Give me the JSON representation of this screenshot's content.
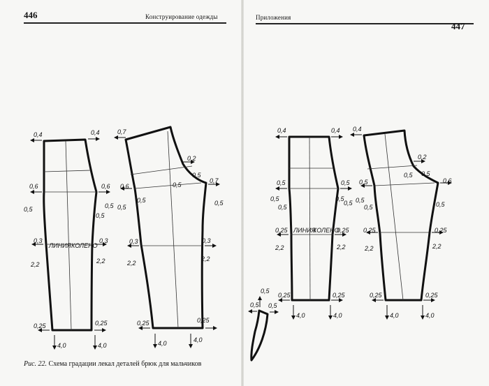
{
  "header": {
    "left_page_number": "446",
    "left_running_title": "Конструирование одежды",
    "right_running_title": "Приложения",
    "right_page_number": "447"
  },
  "caption": {
    "label": "Рис. 22.",
    "text": "Схема градации лекал деталей брюк для мальчиков"
  },
  "knee_line": [
    "ЛИНИЯ",
    "КОЛЕНО"
  ],
  "left_front": [
    "0,4",
    "0,4",
    "0,6",
    "0,6",
    "0,5",
    "0,5",
    "0,5",
    "0,3",
    "0,3",
    "2,2",
    "2,2",
    "0,25",
    "0,25",
    "4,0",
    "4,0"
  ],
  "left_back": [
    "0,7",
    "0,2",
    "0,5",
    "0,5",
    "0,6",
    "0,5",
    "0,5",
    "0,7",
    "0,5",
    "0,3",
    "0,3",
    "2,2",
    "2,2",
    "0,25",
    "0,25",
    "4,0",
    "4,0"
  ],
  "right_front": [
    "0,4",
    "0,4",
    "0,5",
    "0,5",
    "0,5",
    "0,5",
    "0,5",
    "0,5",
    "0,25",
    "0,25",
    "2,2",
    "2,2",
    "0,25",
    "0,25",
    "4,0",
    "4,0"
  ],
  "right_back": [
    "0,4",
    "0,2",
    "0,5",
    "0,5",
    "0,5",
    "0,6",
    "0,5",
    "0,5",
    "0,5",
    "0,25",
    "0,25",
    "2,2",
    "2,2",
    "0,25",
    "0,25",
    "4,0",
    "4,0"
  ],
  "waistband": [
    "0,5",
    "0,5",
    "0,5"
  ]
}
